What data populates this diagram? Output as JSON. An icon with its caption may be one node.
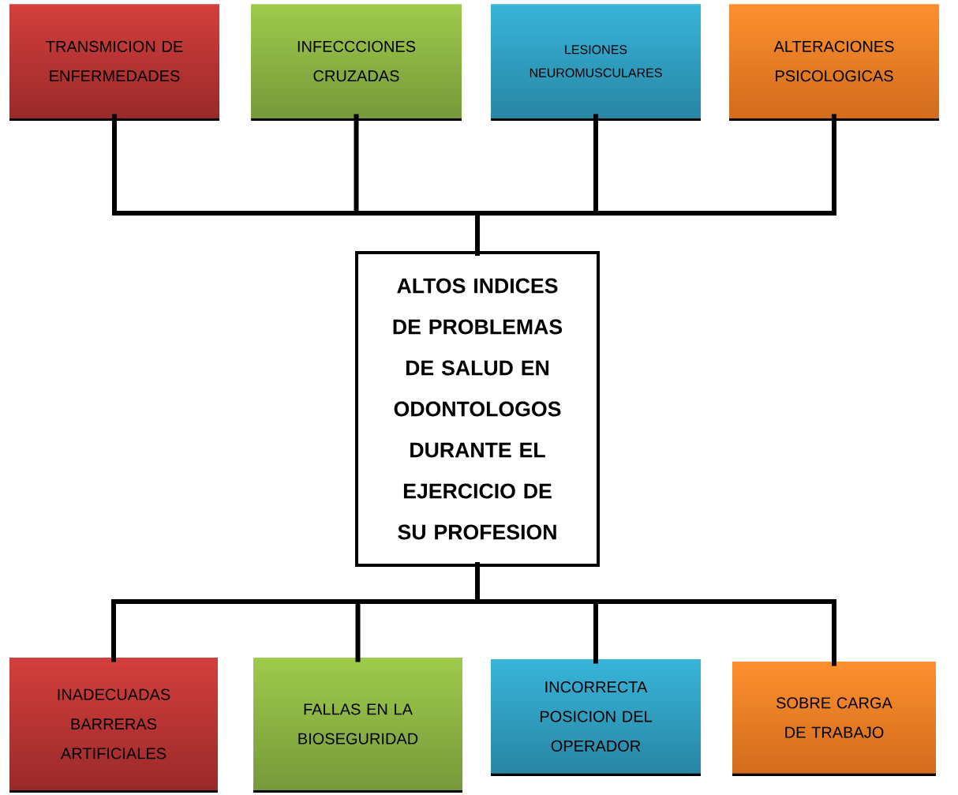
{
  "diagram": {
    "nodes": [
      {
        "text": [
          "TRANSMICION DE ENFERMEDADES"
        ]
      },
      {
        "text": [
          "INFECCCIONES CRUZADAS"
        ]
      },
      {
        "text": [
          "LESIONES NEUROMUSCULARES"
        ]
      },
      {
        "text": [
          "ALTERACIONES PSICOLOGICAS"
        ]
      },
      {
        "text": [
          "ALTOS INDICES DE PROBLEMAS DE SALUD EN ODONTOLOGOS DURANTE EL EJERCICIO DE SU PROFESION"
        ]
      },
      {
        "text": [
          "INADECUADAS BARRERAS ARTIFICIALES"
        ]
      },
      {
        "text": [
          "FALLAS EN LA BIOSEGURIDAD"
        ]
      },
      {
        "text": [
          "INCORRECTA POSICION DEL OPERADOR"
        ]
      },
      {
        "text": [
          "SOBRE CARGA DE TRABAJO"
        ]
      }
    ],
    "edges": [
      {
        "from": 0,
        "to": 4,
        "arrow": "none"
      },
      {
        "from": 1,
        "to": 4,
        "arrow": "none"
      },
      {
        "from": 2,
        "to": 4,
        "arrow": "none"
      },
      {
        "from": 3,
        "to": 4,
        "arrow": "none"
      },
      {
        "from": 4,
        "to": 5,
        "arrow": "none"
      },
      {
        "from": 4,
        "to": 6,
        "arrow": "none"
      },
      {
        "from": 4,
        "to": 7,
        "arrow": "none"
      },
      {
        "from": 4,
        "to": 8,
        "arrow": "none"
      }
    ]
  }
}
